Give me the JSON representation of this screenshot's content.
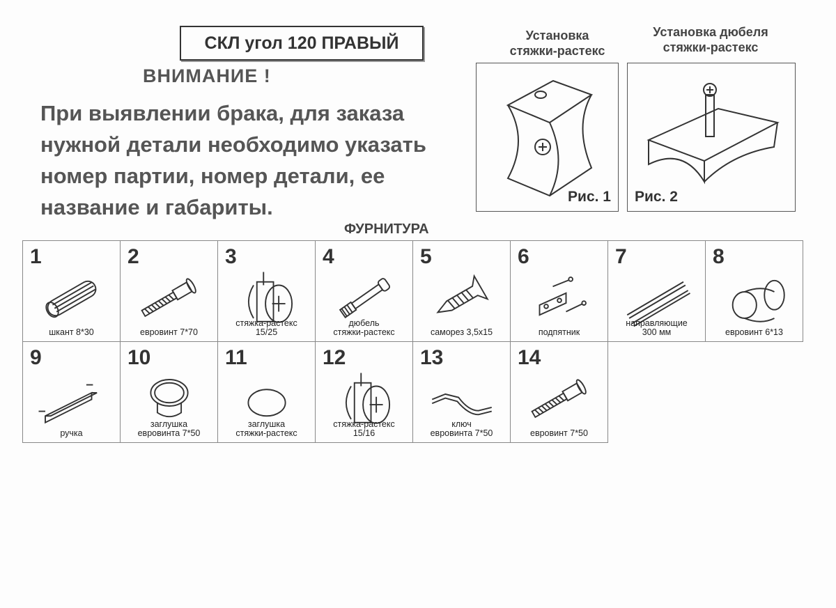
{
  "header": {
    "title": "СКЛ угол 120 ПРАВЫЙ",
    "attention": "ВНИМАНИЕ !",
    "warning_lines": [
      "При выявлении брака, для заказа",
      "нужной детали необходимо указать",
      "номер партии, номер детали, ее",
      "название и габариты."
    ]
  },
  "figures": [
    {
      "caption_lines": [
        "Установка",
        "стяжки-растекс"
      ],
      "label": "Рис. 1"
    },
    {
      "caption_lines": [
        "Установка дюбеля",
        "стяжки-растекс"
      ],
      "label": "Рис. 2"
    }
  ],
  "furniture": {
    "title": "ФУРНИТУРА",
    "items": [
      {
        "num": "1",
        "lines": [
          "шкант 8*30"
        ],
        "icon": "dowel-icon"
      },
      {
        "num": "2",
        "lines": [
          "евровинт 7*70"
        ],
        "icon": "euroscrew-icon"
      },
      {
        "num": "3",
        "lines": [
          "стяжка-растекс",
          "15/25"
        ],
        "icon": "cam-lock-icon"
      },
      {
        "num": "4",
        "lines": [
          "дюбель",
          "стяжки-растекс"
        ],
        "icon": "cam-dowel-icon"
      },
      {
        "num": "5",
        "lines": [
          "саморез 3,5х15"
        ],
        "icon": "wood-screw-icon"
      },
      {
        "num": "6",
        "lines": [
          "подпятник"
        ],
        "icon": "glide-pad-icon"
      },
      {
        "num": "7",
        "lines": [
          "направляющие",
          "300 мм"
        ],
        "icon": "drawer-rail-icon"
      },
      {
        "num": "8",
        "lines": [
          "евровинт 6*13"
        ],
        "icon": "insert-nut-icon"
      },
      {
        "num": "9",
        "lines": [
          "ручка"
        ],
        "icon": "handle-icon"
      },
      {
        "num": "10",
        "lines": [
          "заглушка",
          "евровинта 7*50"
        ],
        "icon": "screw-cap-icon"
      },
      {
        "num": "11",
        "lines": [
          "заглушка",
          "стяжки-растекс"
        ],
        "icon": "cam-cap-icon"
      },
      {
        "num": "12",
        "lines": [
          "стяжка-растекс",
          "15/16"
        ],
        "icon": "cam-lock-icon"
      },
      {
        "num": "13",
        "lines": [
          "ключ",
          "евровинта 7*50"
        ],
        "icon": "hex-key-icon"
      },
      {
        "num": "14",
        "lines": [
          "евровинт 7*50"
        ],
        "icon": "euroscrew-icon"
      }
    ]
  }
}
